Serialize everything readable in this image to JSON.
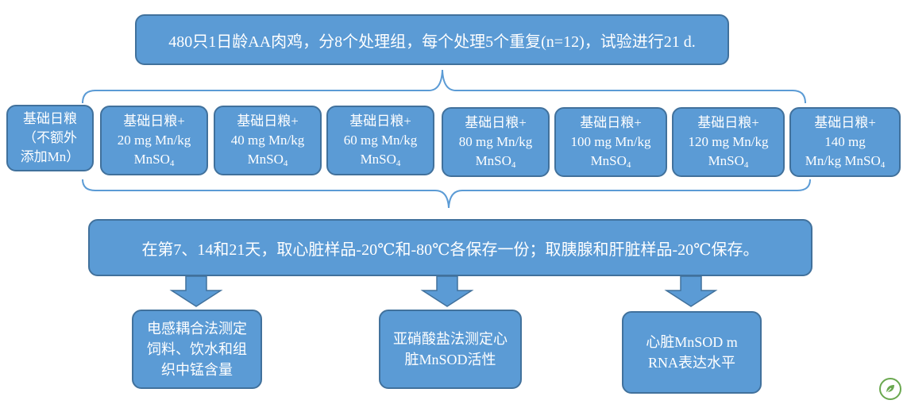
{
  "top_text": "480只1日龄AA肉鸡，分8个处理组，每个处理5个重复(n=12)，试验进行21 d.",
  "groups": [
    {
      "lines": [
        "基础日粮",
        "（不额外",
        "添加Mn）"
      ]
    },
    {
      "lines": [
        "基础日粮+",
        "20 mg Mn/kg",
        "MnSO"
      ],
      "sub": "4"
    },
    {
      "lines": [
        "基础日粮+",
        "40 mg Mn/kg",
        "MnSO"
      ],
      "sub": "4"
    },
    {
      "lines": [
        "基础日粮+",
        "60 mg Mn/kg",
        "MnSO"
      ],
      "sub": "4"
    },
    {
      "lines": [
        "基础日粮+",
        "80 mg Mn/kg",
        "MnSO"
      ],
      "sub": "4"
    },
    {
      "lines": [
        "基础日粮+",
        "100 mg Mn/kg",
        "MnSO"
      ],
      "sub": "4"
    },
    {
      "lines": [
        "基础日粮+",
        "120 mg Mn/kg",
        "MnSO"
      ],
      "sub": "4"
    },
    {
      "lines": [
        "基础日粮+",
        "140 mg",
        "Mn/kg MnSO"
      ],
      "sub": "4"
    }
  ],
  "mid_text": "在第7、14和21天，取心脏样品-20℃和-80℃各保存一份；取胰腺和肝脏样品-20℃保存。",
  "methods": [
    {
      "lines": [
        "电感耦合法测定",
        "饲料、饮水和组",
        "织中锰含量"
      ]
    },
    {
      "lines": [
        "亚硝酸盐法测定心",
        "脏MnSOD活性"
      ]
    },
    {
      "lines": [
        "心脏MnSOD m",
        "RNA表达水平"
      ]
    }
  ],
  "colors": {
    "box_fill": "#5b9bd5",
    "box_border": "#41719c",
    "brace": "#5b9bd5"
  }
}
